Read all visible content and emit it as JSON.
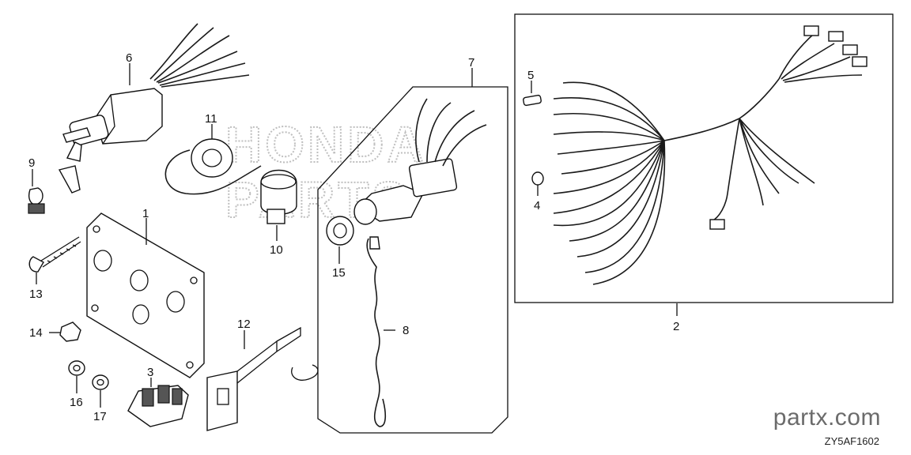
{
  "callouts": [
    "1",
    "2",
    "3",
    "4",
    "5",
    "6",
    "7",
    "8",
    "9",
    "10",
    "11",
    "12",
    "13",
    "14",
    "15",
    "16",
    "17"
  ],
  "watermark": {
    "line1": "HONDA",
    "line2": "PARTS"
  },
  "footer": {
    "brand": "partx.com",
    "diagram_code": "ZY5AF1602"
  }
}
